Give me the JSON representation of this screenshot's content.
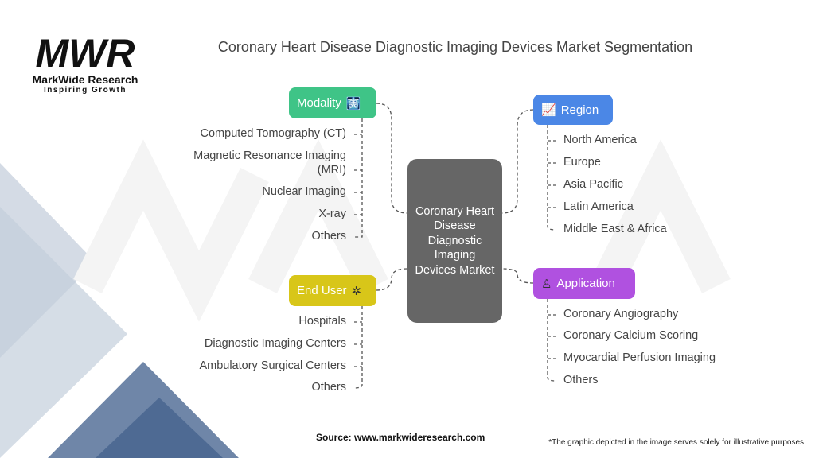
{
  "logo": {
    "name": "MarkWide Research",
    "tagline": "Inspiring Growth",
    "mark": "MWR"
  },
  "title": "Coronary Heart Disease Diagnostic Imaging Devices Market Segmentation",
  "center": "Coronary Heart Disease Diagnostic Imaging Devices Market",
  "modality": {
    "label": "Modality",
    "color": "#3fc487",
    "items": [
      "Computed Tomography (CT)",
      "Magnetic Resonance Imaging (MRI)",
      "Nuclear Imaging",
      "X-ray",
      "Others"
    ]
  },
  "end_user": {
    "label": "End User",
    "color": "#d8c619",
    "items": [
      "Hospitals",
      "Diagnostic Imaging Centers",
      "Ambulatory Surgical Centers",
      "Others"
    ]
  },
  "region": {
    "label": "Region",
    "color": "#4b87e6",
    "items": [
      "North America",
      "Europe",
      "Asia Pacific",
      "Latin America",
      "Middle East & Africa"
    ]
  },
  "application": {
    "label": "Application",
    "color": "#b051e0",
    "items": [
      "Coronary Angiography",
      "Coronary Calcium Scoring",
      "Myocardial Perfusion Imaging",
      "Others"
    ]
  },
  "source": "Source: www.markwideresearch.com",
  "footnote": "*The graphic depicted in the image serves solely for illustrative purposes"
}
